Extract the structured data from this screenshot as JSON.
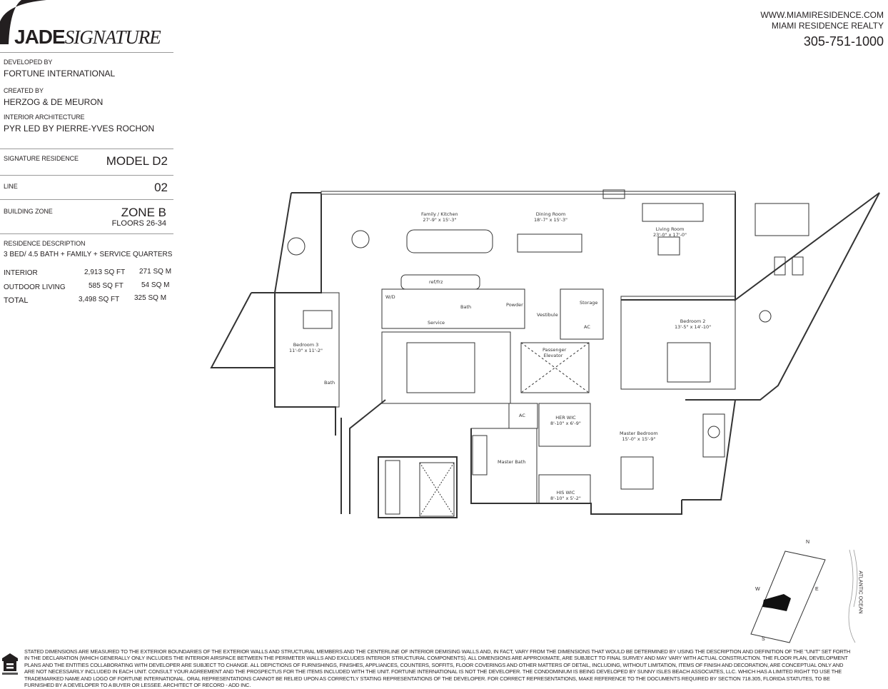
{
  "brand": {
    "logo_bold": "JADE",
    "logo_italic": "SIGNATURE"
  },
  "contact": {
    "website": "WWW.MIAMIRESIDENCE.COM",
    "realty": "MIAMI RESIDENCE REALTY",
    "phone": "305-751-1000"
  },
  "credits": [
    {
      "label": "DEVELOPED BY",
      "value": "FORTUNE INTERNATIONAL"
    },
    {
      "label": "CREATED BY",
      "value": "HERZOG & DE MEURON"
    },
    {
      "label": "INTERIOR ARCHITECTURE",
      "value": "PYR LED BY PIERRE-YVES ROCHON"
    }
  ],
  "residence": {
    "signature_label": "SIGNATURE RESIDENCE",
    "model": "MODEL D2",
    "line_label": "LINE",
    "line": "02",
    "zone_label": "BUILDING ZONE",
    "zone": "ZONE B",
    "floors": "FLOORS  26-34",
    "description_label": "RESIDENCE DESCRIPTION",
    "description": "3 BED/ 4.5 BATH + FAMILY + SERVICE  QUARTERS"
  },
  "areas": [
    {
      "label": "INTERIOR",
      "sqft": "2,913 SQ FT",
      "sqm": "271 SQ M"
    },
    {
      "label": "OUTDOOR LIVING",
      "sqft": "585 SQ FT",
      "sqm": "54 SQ M"
    },
    {
      "label": "TOTAL",
      "sqft": "3,498 SQ FT",
      "sqm": "325 SQ M"
    }
  ],
  "rooms": {
    "family_kitchen": {
      "name": "Family / Kitchen",
      "dim": "27'-9\" x 15'-3\""
    },
    "dining": {
      "name": "Dining Room",
      "dim": "18'-7\" x 15'-3\""
    },
    "living": {
      "name": "Living Room",
      "dim": "23'-0\" x 17'-0\""
    },
    "bedroom2": {
      "name": "Bedroom 2",
      "dim": "13'-5\" x 14'-10\""
    },
    "bedroom3": {
      "name": "Bedroom 3",
      "dim": "11'-0\" x 11'-2\""
    },
    "master_bedroom": {
      "name": "Master Bedroom",
      "dim": "15'-0\" x 15'-9\""
    },
    "her_wic": {
      "name": "HER WIC",
      "dim": "8'-10\" x 6'-9\""
    },
    "his_wic": {
      "name": "HIS WIC",
      "dim": "8'-10\" x 5'-2\""
    },
    "master_bath": "Master Bath",
    "wd": "W/D",
    "ref": "ref/frz",
    "service": "Service",
    "bath": "Bath",
    "bath3": "Bath",
    "powder": "Powder",
    "vestibule": "Vestibule",
    "storage": "Storage",
    "ac1": "AC",
    "ac2": "AC",
    "elevator": "Passenger Elevator"
  },
  "compass": {
    "n": "N",
    "s": "S",
    "e": "E",
    "w": "W",
    "ocean": "ATLANTIC OCEAN"
  },
  "disclaimer": "STATED DIMENSIONS ARE MEASURED TO THE EXTERIOR BOUNDARIES OF THE EXTERIOR WALLS AND STRUCTURAL MEMBERS AND THE CENTERLINE OF INTERIOR DEMISING WALLS AND, IN FACT, VARY FROM THE DIMENSIONS THAT WOULD BE DETERMINED BY USING THE DESCRIPTION AND DEFINITION OF THE \"UNIT\" SET FORTH IN THE DECLARATION (WHICH GENERALLY ONLY INCLUDES THE INTERIOR AIRSPACE BETWEEN THE PERIMETER WALLS AND EXCLUDES INTERIOR STRUCTURAL COMPONENTS). ALL DIMENSIONS ARE APPROXIMATE, ARE SUBJECT TO FINAL SURVEY AND MAY VARY WITH ACTUAL CONSTRUCTION.  THE FLOOR PLAN, DEVELOPMENT PLANS AND THE ENTITIES COLLABORATING WITH DEVELOPER ARE SUBJECT TO CHANGE. ALL DEPICTIONS OF FURNISHINGS, FINISHES, APPLIANCES, COUNTERS, SOFFITS, FLOOR COVERINGS AND OTHER MATTERS OF DETAIL, INCLUDING, WITHOUT LIMITATION, ITEMS OF FINISH AND DECORATION, ARE CONCEPTUAL ONLY AND ARE NOT NECESSARILY INCLUDED IN EACH UNIT.  CONSULT YOUR AGREEMENT AND THE PROSPECTUS FOR THE ITEMS INCLUDED WITH THE UNIT. FORTUNE INTERNATIONAL IS NOT THE DEVELOPER.  THE CONDOMINIUM IS BEING DEVELOPED BY SUNNY ISLES BEACH ASSOCIATES, LLC. WHICH HAS A LIMITED RIGHT TO USE THE TRADEMARKED NAME AND LOGO OF FORTUNE INTERNATIONAL. ORAL REPRESENTATIONS CANNOT BE RELIED UPON AS CORRECTLY STATING REPRESENTATIONS OF THE DEVELOPER.  FOR CORRECT REPRESENTATIONS, MAKE REFERENCE TO THE DOCUMENTS REQUIRED BY SECTION 718.305, FLORIDA STATUTES, TO BE FURNISHED BY A DEVELOPER TO A BUYER OR LESSEE. ARCHITECT OF RECORD - ADD INC."
}
